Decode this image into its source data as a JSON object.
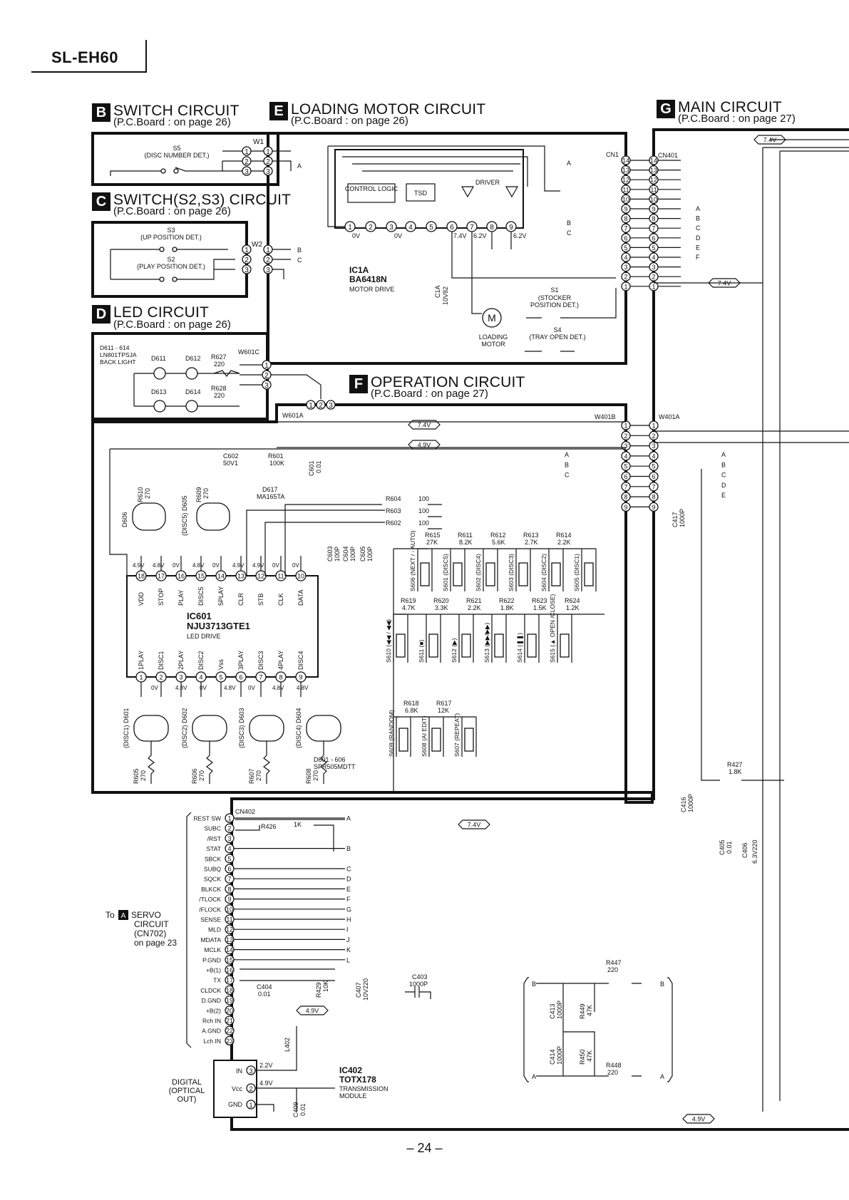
{
  "header": {
    "model": "SL-EH60",
    "page": "– 24 –"
  },
  "sections": {
    "B": {
      "letter": "B",
      "title": "SWITCH CIRCUIT",
      "sub": "(P.C.Board : on page 26)"
    },
    "C": {
      "letter": "C",
      "title": "SWITCH(S2,S3) CIRCUIT",
      "sub": "(P.C.Board : on page 26)"
    },
    "D": {
      "letter": "D",
      "title": "LED CIRCUIT",
      "sub": "(P.C.Board : on page 26)"
    },
    "E": {
      "letter": "E",
      "title": "LOADING MOTOR CIRCUIT",
      "sub": "(P.C.Board : on page 26)"
    },
    "F": {
      "letter": "F",
      "title": "OPERATION CIRCUIT",
      "sub": "(P.C.Board : on page 27)"
    },
    "G": {
      "letter": "G",
      "title": "MAIN CIRCUIT",
      "sub": "(P.C.Board : on page 27)"
    }
  },
  "switch_circuit": {
    "s5": "S5",
    "s5_desc": "(DISC NUMBER DET.)",
    "connector": "W1"
  },
  "switch_s2s3": {
    "s3": "S3",
    "s3_desc": "(UP POSITION DET.)",
    "s2": "S2",
    "s2_desc": "(PLAY POSITION DET.)",
    "connector": "W2"
  },
  "led_circuit": {
    "group": "D611 - 614",
    "part": "LN801TPSJA",
    "desc": "BACK LIGHT",
    "leds": [
      "D611",
      "D612",
      "D613",
      "D614"
    ],
    "r627": "R627",
    "r627_val": "220",
    "r628": "R628",
    "r628_val": "220",
    "connector": "W601C",
    "connector2": "W601A"
  },
  "loading_motor": {
    "control_logic": "CONTROL LOGIC",
    "tsd": "TSD",
    "driver": "DRIVER",
    "ic": "IC1A",
    "ic_part": "BA6418N",
    "ic_desc": "MOTOR DRIVE",
    "c1a": "C1A",
    "c1a_val": "10V82",
    "s1": "S1",
    "s1_desc": "(STOCKER POSITION DET.)",
    "s4": "S4",
    "s4_desc": "(TRAY OPEN DET.)",
    "motor": "M",
    "motor_desc": "LOADING MOTOR",
    "cn1": "CN1",
    "v74": "7.4V",
    "v62": "6.2V",
    "v0": "0V"
  },
  "main_circuit": {
    "cn401": "CN401",
    "w401a": "W401A",
    "w401b": "W401B",
    "cn402": "CN402",
    "v74": "7.4V",
    "v49": "4.9V",
    "r427": "R427",
    "r427_val": "1.8K",
    "c416": "C416",
    "c416_val": "1000P",
    "c417": "C417",
    "c417_val": "1000P",
    "c405": "C405",
    "c405_val": "0.01",
    "c406": "C406",
    "c406_val": "6.3V220",
    "r426": "R426",
    "r426_val": "1K",
    "c404": "C404",
    "c404_val": "0.01",
    "r429": "R429",
    "r429_val": "10K",
    "c407": "C407",
    "c407_val": "10V220",
    "c403": "C403",
    "c403_val": "1000P",
    "l402": "L402",
    "c409": "C409",
    "c409_val": "0.01",
    "ic402": "IC402",
    "ic402_part": "TOTX178",
    "ic402_desc": "TRANSMISSION MODULE",
    "ic402_pins": [
      "IN",
      "Vcc",
      "GND"
    ],
    "ic402_v": [
      "2.2V",
      "4.9V"
    ],
    "digital_out": "DIGITAL (OPTICAL OUT)",
    "r447": "R447",
    "r447_val": "220",
    "r448": "R448",
    "r448_val": "220",
    "r449": "R449",
    "r449_val": "47K",
    "r450": "R450",
    "r450_val": "47K",
    "c413": "C413",
    "c413_val": "1000P",
    "c414": "C414",
    "c414_val": "1000P"
  },
  "cn402_pins": [
    "REST SW",
    "SUBC",
    "/RST",
    "STAT",
    "SBCK",
    "SUBQ",
    "SQCK",
    "BLKCK",
    "/TLOCK",
    "/FLOCK",
    "SENSE",
    "MLD",
    "MDATA",
    "MCLK",
    "P.GND",
    "+B(1)",
    "TX",
    "CLDCK",
    "D.GND",
    "+B(2)",
    "Rch IN",
    "A.GND",
    "Lch IN"
  ],
  "to_servo": "To A SERVO CIRCUIT (CN702) on page 23",
  "operation": {
    "ic": "IC601",
    "ic_part": "NJU3713GTE1",
    "ic_desc": "LED DRIVE",
    "top_pins": [
      "VDD",
      "STOP",
      "PLAY",
      "DISC5",
      "5PLAY",
      "CLR",
      "STB",
      "CLK",
      "DATA"
    ],
    "top_nums": [
      "18",
      "17",
      "16",
      "15",
      "14",
      "13",
      "12",
      "11",
      "10"
    ],
    "bottom_pins": [
      "1PLAY",
      "DISC1",
      "2PLAY",
      "DISC2",
      "Vss",
      "3PLAY",
      "DISC3",
      "4PLAY",
      "DISC4"
    ],
    "bottom_nums": [
      "1",
      "2",
      "3",
      "4",
      "5",
      "6",
      "7",
      "8",
      "9"
    ],
    "top_v": [
      "4.9V",
      "4.8V",
      "0V",
      "4.8V",
      "0V",
      "4.9V",
      "4.9V",
      "0V",
      "0V"
    ],
    "bottom_v": [
      "0V",
      "4.8V",
      "0V",
      "4.8V",
      "0V",
      "4.8V",
      "4.8V"
    ],
    "c602": "C602",
    "c602_val": "50V1",
    "r601": "R601",
    "r601_val": "100K",
    "c601": "C601",
    "c601_val": "0.01",
    "d617": "D617",
    "d617_part": "MA165TA",
    "r604": "R604",
    "r603": "R603",
    "r602": "R602",
    "r60x_val": "100",
    "c603": "C603",
    "c603_val": "100P",
    "c604": "C604",
    "c604_val": "100P",
    "c605": "C605",
    "c605_val": "100P",
    "r610": "R610",
    "r610_val": "270",
    "r609": "R609",
    "r609_val": "270",
    "leds_top": [
      "D606",
      "(DISC5) D605"
    ],
    "leds_bottom": [
      "(DISC1) D601",
      "(DISC2) D602",
      "(DISC3) D603",
      "(DISC4) D604"
    ],
    "led_res": [
      "R605",
      "R606",
      "R607",
      "R608"
    ],
    "led_res_val": "270",
    "led_group": "D601 - 606",
    "led_group_part": "SPR505MDTT",
    "row1_res": [
      "R615",
      "R611",
      "R612",
      "R613",
      "R614"
    ],
    "row1_val": [
      "27K",
      "8.2K",
      "5.6K",
      "2.7K",
      "2.2K"
    ],
    "row1_sw": [
      "S606 (NEXT / - AUTO)",
      "S601 (DISC5)",
      "S602 (DISC4)",
      "S603 (DISC3)",
      "S604 (DISC2)",
      "S605 (DISC1)"
    ],
    "row2_res": [
      "R619",
      "R620",
      "R621",
      "R622",
      "R623",
      "R624"
    ],
    "row2_val": [
      "4.7K",
      "3.3K",
      "2.2K",
      "1.8K",
      "1.5K",
      "1.2K"
    ],
    "row2_sw": [
      "S610 (◀◀ / ◀◀)",
      "S611 (■)",
      "S612 (▶)",
      "S613 (▶▶/▶▶)",
      "S614 (❚❚)",
      "S615 (▲ OPEN /CLOSE)"
    ],
    "row3_res": [
      "R618",
      "R617"
    ],
    "row3_val": [
      "6.8K",
      "12K"
    ],
    "row3_sw": [
      "S609 (RANDOM)",
      "S608 (AI EDIT)",
      "S607 (REPEAT)"
    ]
  },
  "connector_letters": [
    "A",
    "B",
    "C",
    "D",
    "E",
    "F",
    "G",
    "H",
    "I",
    "J",
    "K",
    "L"
  ]
}
